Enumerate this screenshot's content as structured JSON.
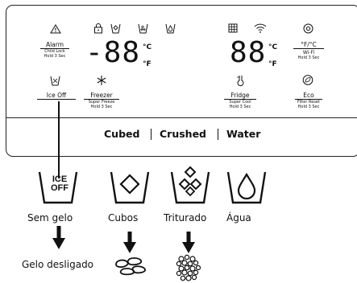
{
  "panel": {
    "alarm": {
      "label": "Alarm",
      "sub1": "Child Lock",
      "sub2": "Hold 3 Sec"
    },
    "freezer_temp": {
      "digits": "-88",
      "unit_c": "°C",
      "unit_f": "°F"
    },
    "fridge_temp": {
      "digits": "88",
      "unit_c": "°C",
      "unit_f": "°F"
    },
    "wifi": {
      "label": "°F/°C",
      "sub1": "Wi-Fi",
      "sub2": "Hold 3 Sec"
    },
    "ice_off": {
      "label": "Ice Off"
    },
    "freezer": {
      "label": "Freezer",
      "sub1": "Super Freeze",
      "sub2": "Hold 3 Sec"
    },
    "fridge": {
      "label": "Fridge",
      "sub1": "Super Cool",
      "sub2": "Hold 3 Sec"
    },
    "eco": {
      "label": "Eco",
      "sub1": "Filter Reset",
      "sub2": "Hold 3 Sec"
    },
    "dispense": {
      "cubed": "Cubed",
      "crushed": "Crushed",
      "water": "Water"
    }
  },
  "modes": {
    "ice_off_glyph": "ICE OFF",
    "sem_gelo": "Sem gelo",
    "cubos": "Cubos",
    "triturado": "Triturado",
    "agua": "Água",
    "gelo_desligado": "Gelo desligado"
  }
}
